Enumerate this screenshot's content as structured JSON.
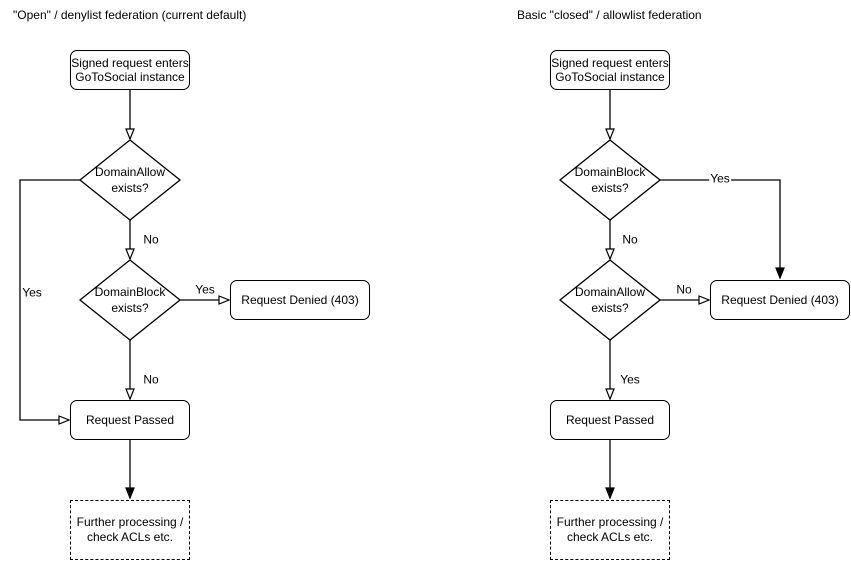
{
  "colors": {
    "background": "#ffffff",
    "stroke": "#000000",
    "text": "#000000"
  },
  "left_chart": {
    "title": "\"Open\" / denylist federation (current default)",
    "nodes": {
      "start": {
        "line1": "Signed request enters",
        "line2": "GoToSocial instance"
      },
      "decision_allow": {
        "line1": "DomainAllow",
        "line2": "exists?"
      },
      "decision_block": {
        "line1": "DomainBlock",
        "line2": "exists?"
      },
      "denied": {
        "label": "Request Denied (403)"
      },
      "passed": {
        "label": "Request Passed"
      },
      "further": {
        "line1": "Further processing /",
        "line2": "check ACLs etc."
      }
    },
    "edge_labels": {
      "allow_no": "No",
      "allow_yes": "Yes",
      "block_yes": "Yes",
      "block_no": "No"
    }
  },
  "right_chart": {
    "title": "Basic \"closed\" / allowlist federation",
    "nodes": {
      "start": {
        "line1": "Signed request enters",
        "line2": "GoToSocial instance"
      },
      "decision_block": {
        "line1": "DomainBlock",
        "line2": "exists?"
      },
      "decision_allow": {
        "line1": "DomainAllow",
        "line2": "exists?"
      },
      "denied": {
        "label": "Request Denied (403)"
      },
      "passed": {
        "label": "Request Passed"
      },
      "further": {
        "line1": "Further processing /",
        "line2": "check ACLs etc."
      }
    },
    "edge_labels": {
      "block_yes": "Yes",
      "block_no": "No",
      "allow_no": "No",
      "allow_yes": "Yes"
    }
  }
}
